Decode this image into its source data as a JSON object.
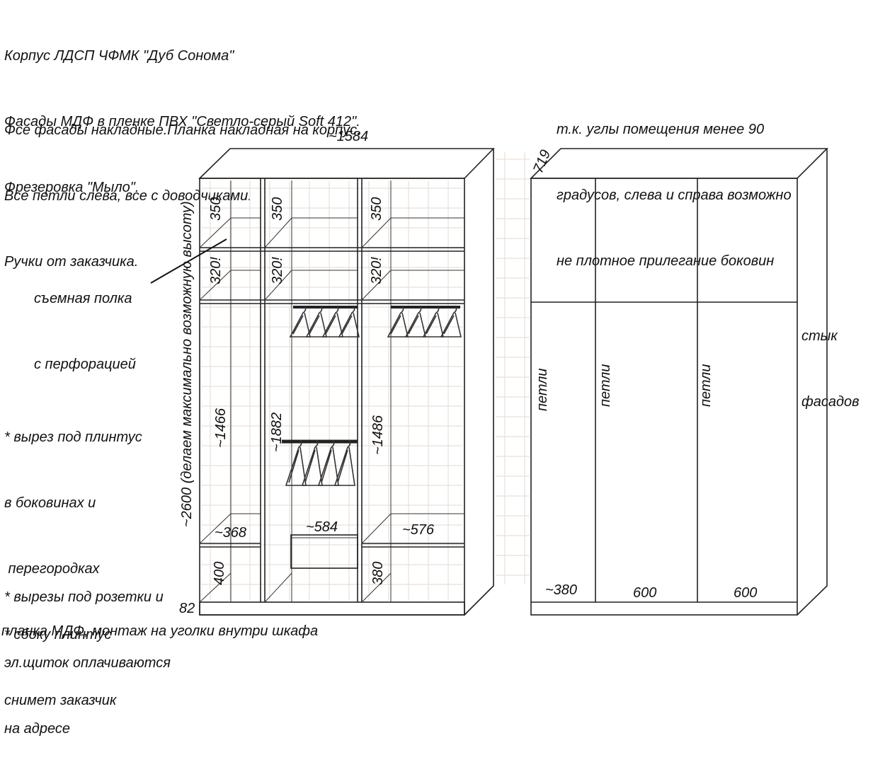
{
  "notes": {
    "materials": [
      "Корпус ЛДСП ЧФМК \"Дуб Сонома\"",
      "Фасады МДФ в пленке ПВХ \"Светло-серый Soft 412\".",
      "Фрезеровка \"Мыло\"."
    ],
    "assembly": [
      "Фсе фасады накладные.Планка накладная на корпус.",
      "Все петли слева, все с доводчиками.",
      "Ручки от заказчика."
    ],
    "corners": [
      "т.к. углы помещения менее 90",
      "градусов, слева и справа возможно",
      "не плотное прилегание боковин"
    ],
    "shelf": [
      "съемная полка",
      "с перфорацией"
    ],
    "plinth": [
      "* вырез под плинтус",
      "в боковинах и",
      " перегородках",
      "* сбоку плинтус",
      "снимет заказчик"
    ],
    "sockets": [
      "* вырезы под розетки и",
      "эл.щиток оплачиваются",
      "на адресе"
    ],
    "bottom": "планка МДФ, монтаж на уголки внутри шкафа",
    "joint": [
      "стык",
      "фасадов"
    ]
  },
  "dims": {
    "width": "~1584",
    "depth": "719",
    "height": "~2600 (делаем максимально возможную высоту)",
    "top_shelf": [
      "350",
      "350",
      "350"
    ],
    "second_shelf": [
      "320!",
      "320!",
      "320!"
    ],
    "hang_left": "~1466",
    "hang_middle": "~1882",
    "hang_right": "~1486",
    "bottom_widths": [
      "~368",
      "~584",
      "~576"
    ],
    "bottom_heights": [
      "400",
      "380"
    ],
    "plinth": "82",
    "door_widths": [
      "~380",
      "600",
      "600"
    ],
    "hinge_label": "петли"
  }
}
